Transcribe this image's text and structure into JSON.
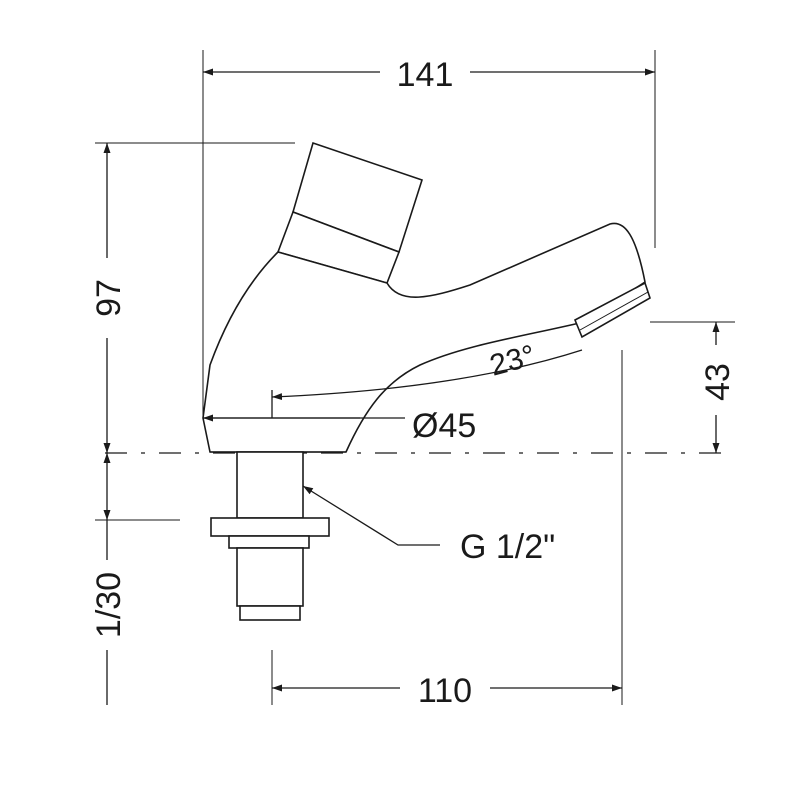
{
  "dimensions": {
    "overall_length": "141",
    "overall_height": "97",
    "spout_height": "43",
    "base_diameter": "Ø45",
    "thread": "G 1/2\"",
    "spout_angle": "23°",
    "shank_length": "1/30",
    "spout_reach": "110"
  },
  "colors": {
    "line": "#1a1a1a",
    "background": "#ffffff"
  }
}
